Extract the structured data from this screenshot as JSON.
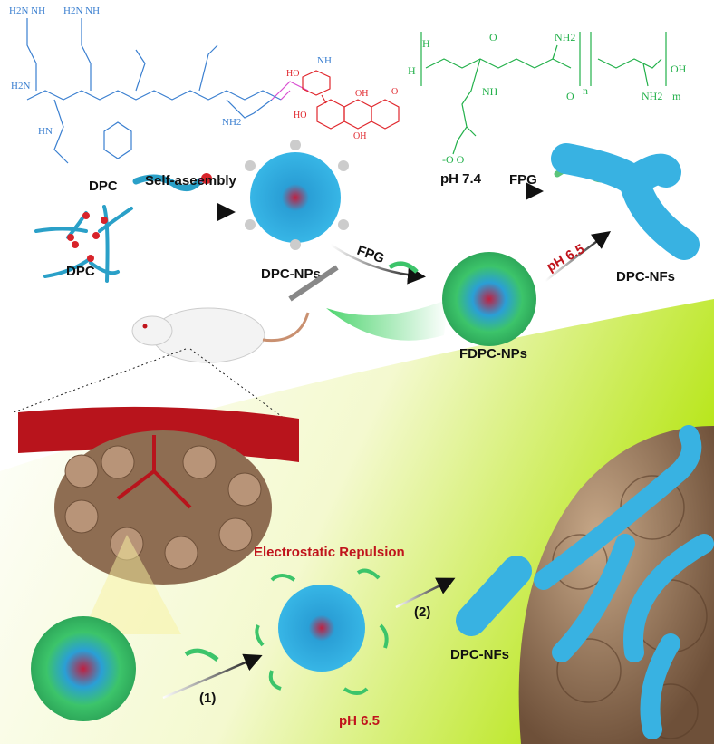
{
  "colors": {
    "dpc_chain": "#2fa6d8",
    "drug": "#d8232a",
    "linker": "#d94fd1",
    "fpg": "#3cc46a",
    "accent_red": "#c0141c",
    "vessel": "#b8141c",
    "tumor": "#9b7a5e"
  },
  "structures": {
    "dpc_label": "DPC",
    "fpg_label": "FPG",
    "fpg_atoms": {
      "h": "H",
      "nh_left": "H",
      "nh2_top": "NH2",
      "oh": "OH",
      "nh2_bottom": "NH2",
      "n": "n",
      "m": "m",
      "nh_side": "NH",
      "o_top": "O",
      "o_bottom": "O",
      "carboxylate": "-O   O"
    },
    "dpc_atoms": {
      "guan1": "H2N  NH",
      "guan2": "H2N  NH",
      "amide": "H2N",
      "nh2": "NH2",
      "nh": "NH",
      "hn": "HN"
    },
    "dox_atoms": {
      "oh1": "OH",
      "oh2": "OH",
      "ho": "HO",
      "ho2": "HO",
      "methoxy": "O"
    }
  },
  "scheme": {
    "dpc_label": "DPC",
    "self_assembly": "Self-aseembly",
    "dpc_nps": "DPC-NPs",
    "ph_74": "pH 7.4",
    "fpg_arrow": "FPG",
    "ph_65_top": "pH 6.5",
    "dpc_nfs_top": "DPC-NFs",
    "fdpc_nps": "FDPC-NPs"
  },
  "bottom": {
    "electrostatic": "Electrostatic Repulsion",
    "step1": "(1)",
    "step2": "(2)",
    "dpc_nfs": "DPC-NFs",
    "ph_65": "pH 6.5"
  }
}
